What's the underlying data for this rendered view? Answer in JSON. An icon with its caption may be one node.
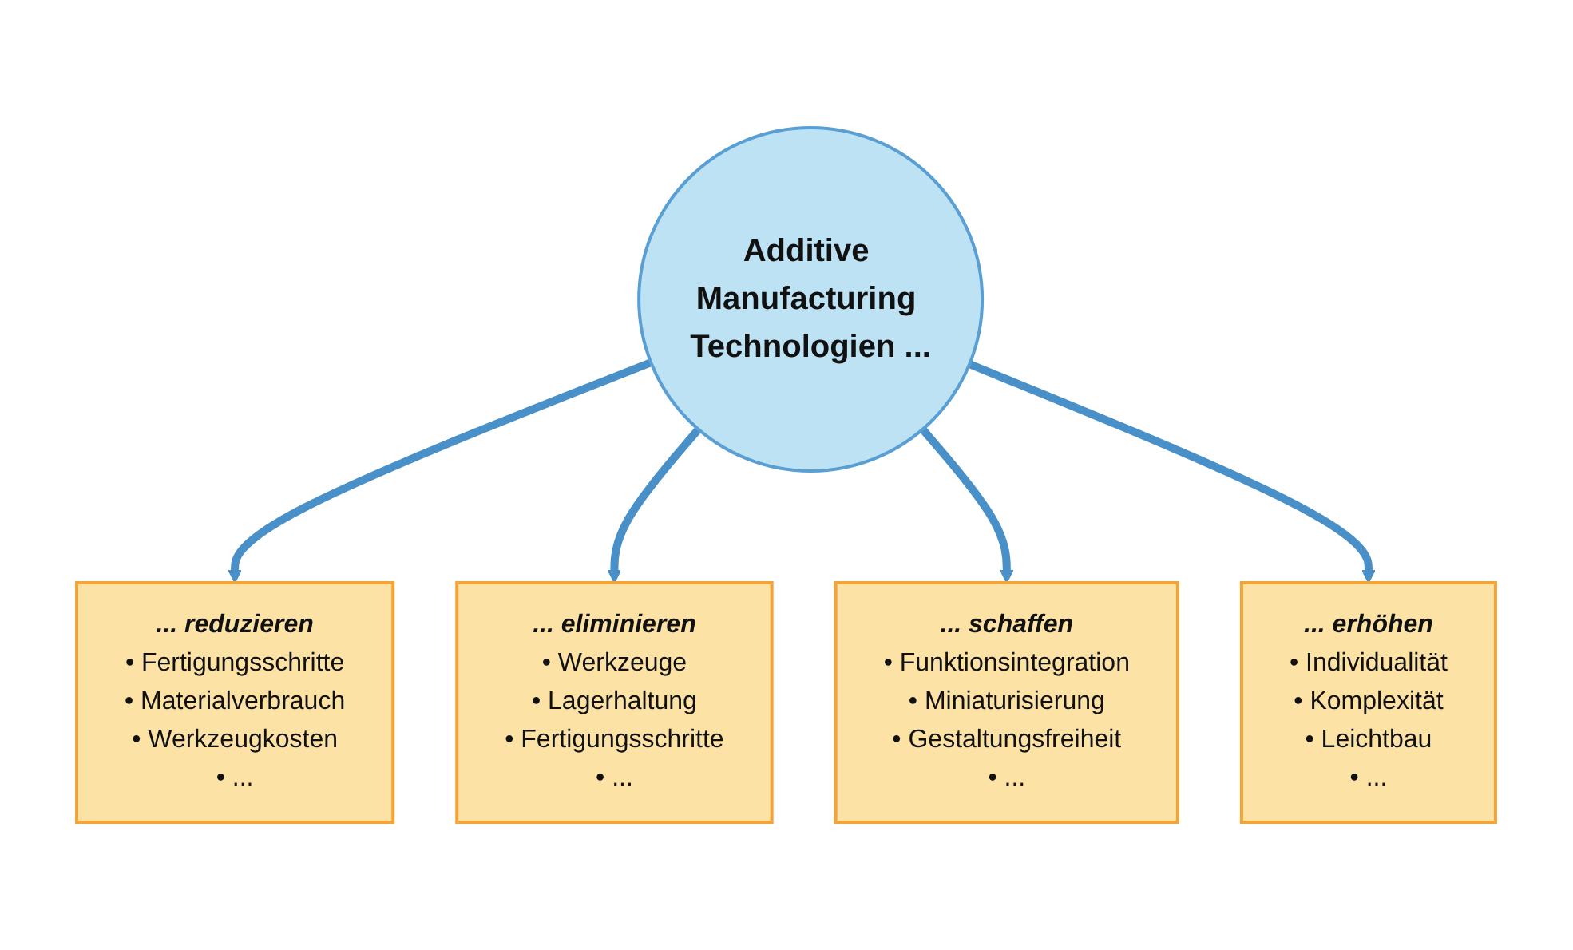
{
  "diagram": {
    "nodes": [
      {
        "text": [
          "... reduzieren",
          "• Fertigungsschritte",
          "• Materialverbrauch",
          "• Werkzeugkosten",
          "• ..."
        ]
      },
      {
        "text": [
          "... eliminieren",
          "• Werkzeuge",
          "• Lagerhaltung",
          "• Fertigungsschritte",
          "• ..."
        ]
      },
      {
        "text": [
          "Additive Manufacturing Technologien ..."
        ]
      },
      {
        "text": [
          "... schaffen",
          "• Funktionsintegration",
          "• Miniaturisierung",
          "• Gestaltungsfreiheit",
          "• ..."
        ]
      },
      {
        "text": [
          "... erhöhen",
          "• Individualität",
          "• Komplexität",
          "• Leichtbau",
          "• ..."
        ]
      }
    ],
    "edges": [
      {
        "from": 2,
        "to": 0,
        "arrow": "to"
      },
      {
        "from": 2,
        "to": 1,
        "arrow": "to"
      },
      {
        "from": 2,
        "to": 3,
        "arrow": "to"
      },
      {
        "from": 2,
        "to": 4,
        "arrow": "to"
      }
    ]
  }
}
